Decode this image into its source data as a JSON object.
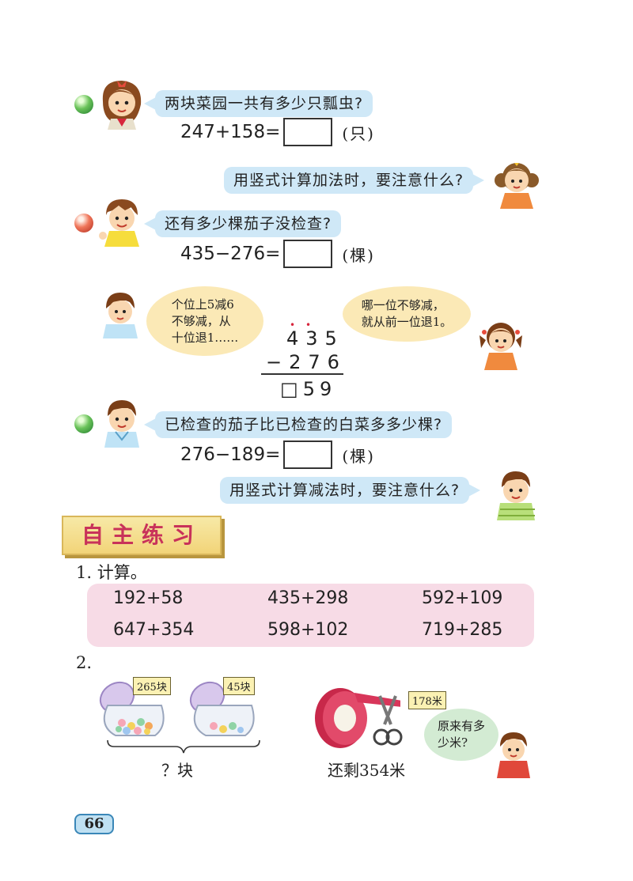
{
  "q1": {
    "bubble": "两块菜园一共有多少只瓢虫?",
    "expr": "247+158=",
    "unit": "(只)"
  },
  "tip1": "用竖式计算加法时，要注意什么?",
  "q2": {
    "bubble": "还有多少棵茄子没检查?",
    "expr": "435−276=",
    "unit": "(棵)"
  },
  "hint_left": [
    "个位上5减6",
    "不够减，从",
    "十位退1……"
  ],
  "hint_right": [
    "哪一位不够减，",
    "就从前一位退1。"
  ],
  "vertical_calc": {
    "row1": "435",
    "row2": "−276",
    "row3_box": "□",
    "row3": "59"
  },
  "q3": {
    "bubble": "已检查的茄子比已检查的白菜多多少棵?",
    "expr": "276−189=",
    "unit": "(棵)"
  },
  "tip2": "用竖式计算减法时，要注意什么?",
  "section_title": "自主练习",
  "ex1": {
    "label": "1. 计算。",
    "items": [
      "192+58",
      "435+298",
      "592+109",
      "647+354",
      "598+102",
      "719+285"
    ]
  },
  "ex2": {
    "label": "2.",
    "jar1_tag": "265块",
    "jar2_tag": "45块",
    "brace_label": "？块",
    "ribbon_tag": "178米",
    "remaining": "还剩354米",
    "question": [
      "原来有多",
      "少米?"
    ]
  },
  "page_number": "66",
  "colors": {
    "bubble_blue": "#cfe8f7",
    "bubble_yellow": "#fbe9b6",
    "panel_pink": "#f7dbe6",
    "title_red": "#c8325a"
  }
}
